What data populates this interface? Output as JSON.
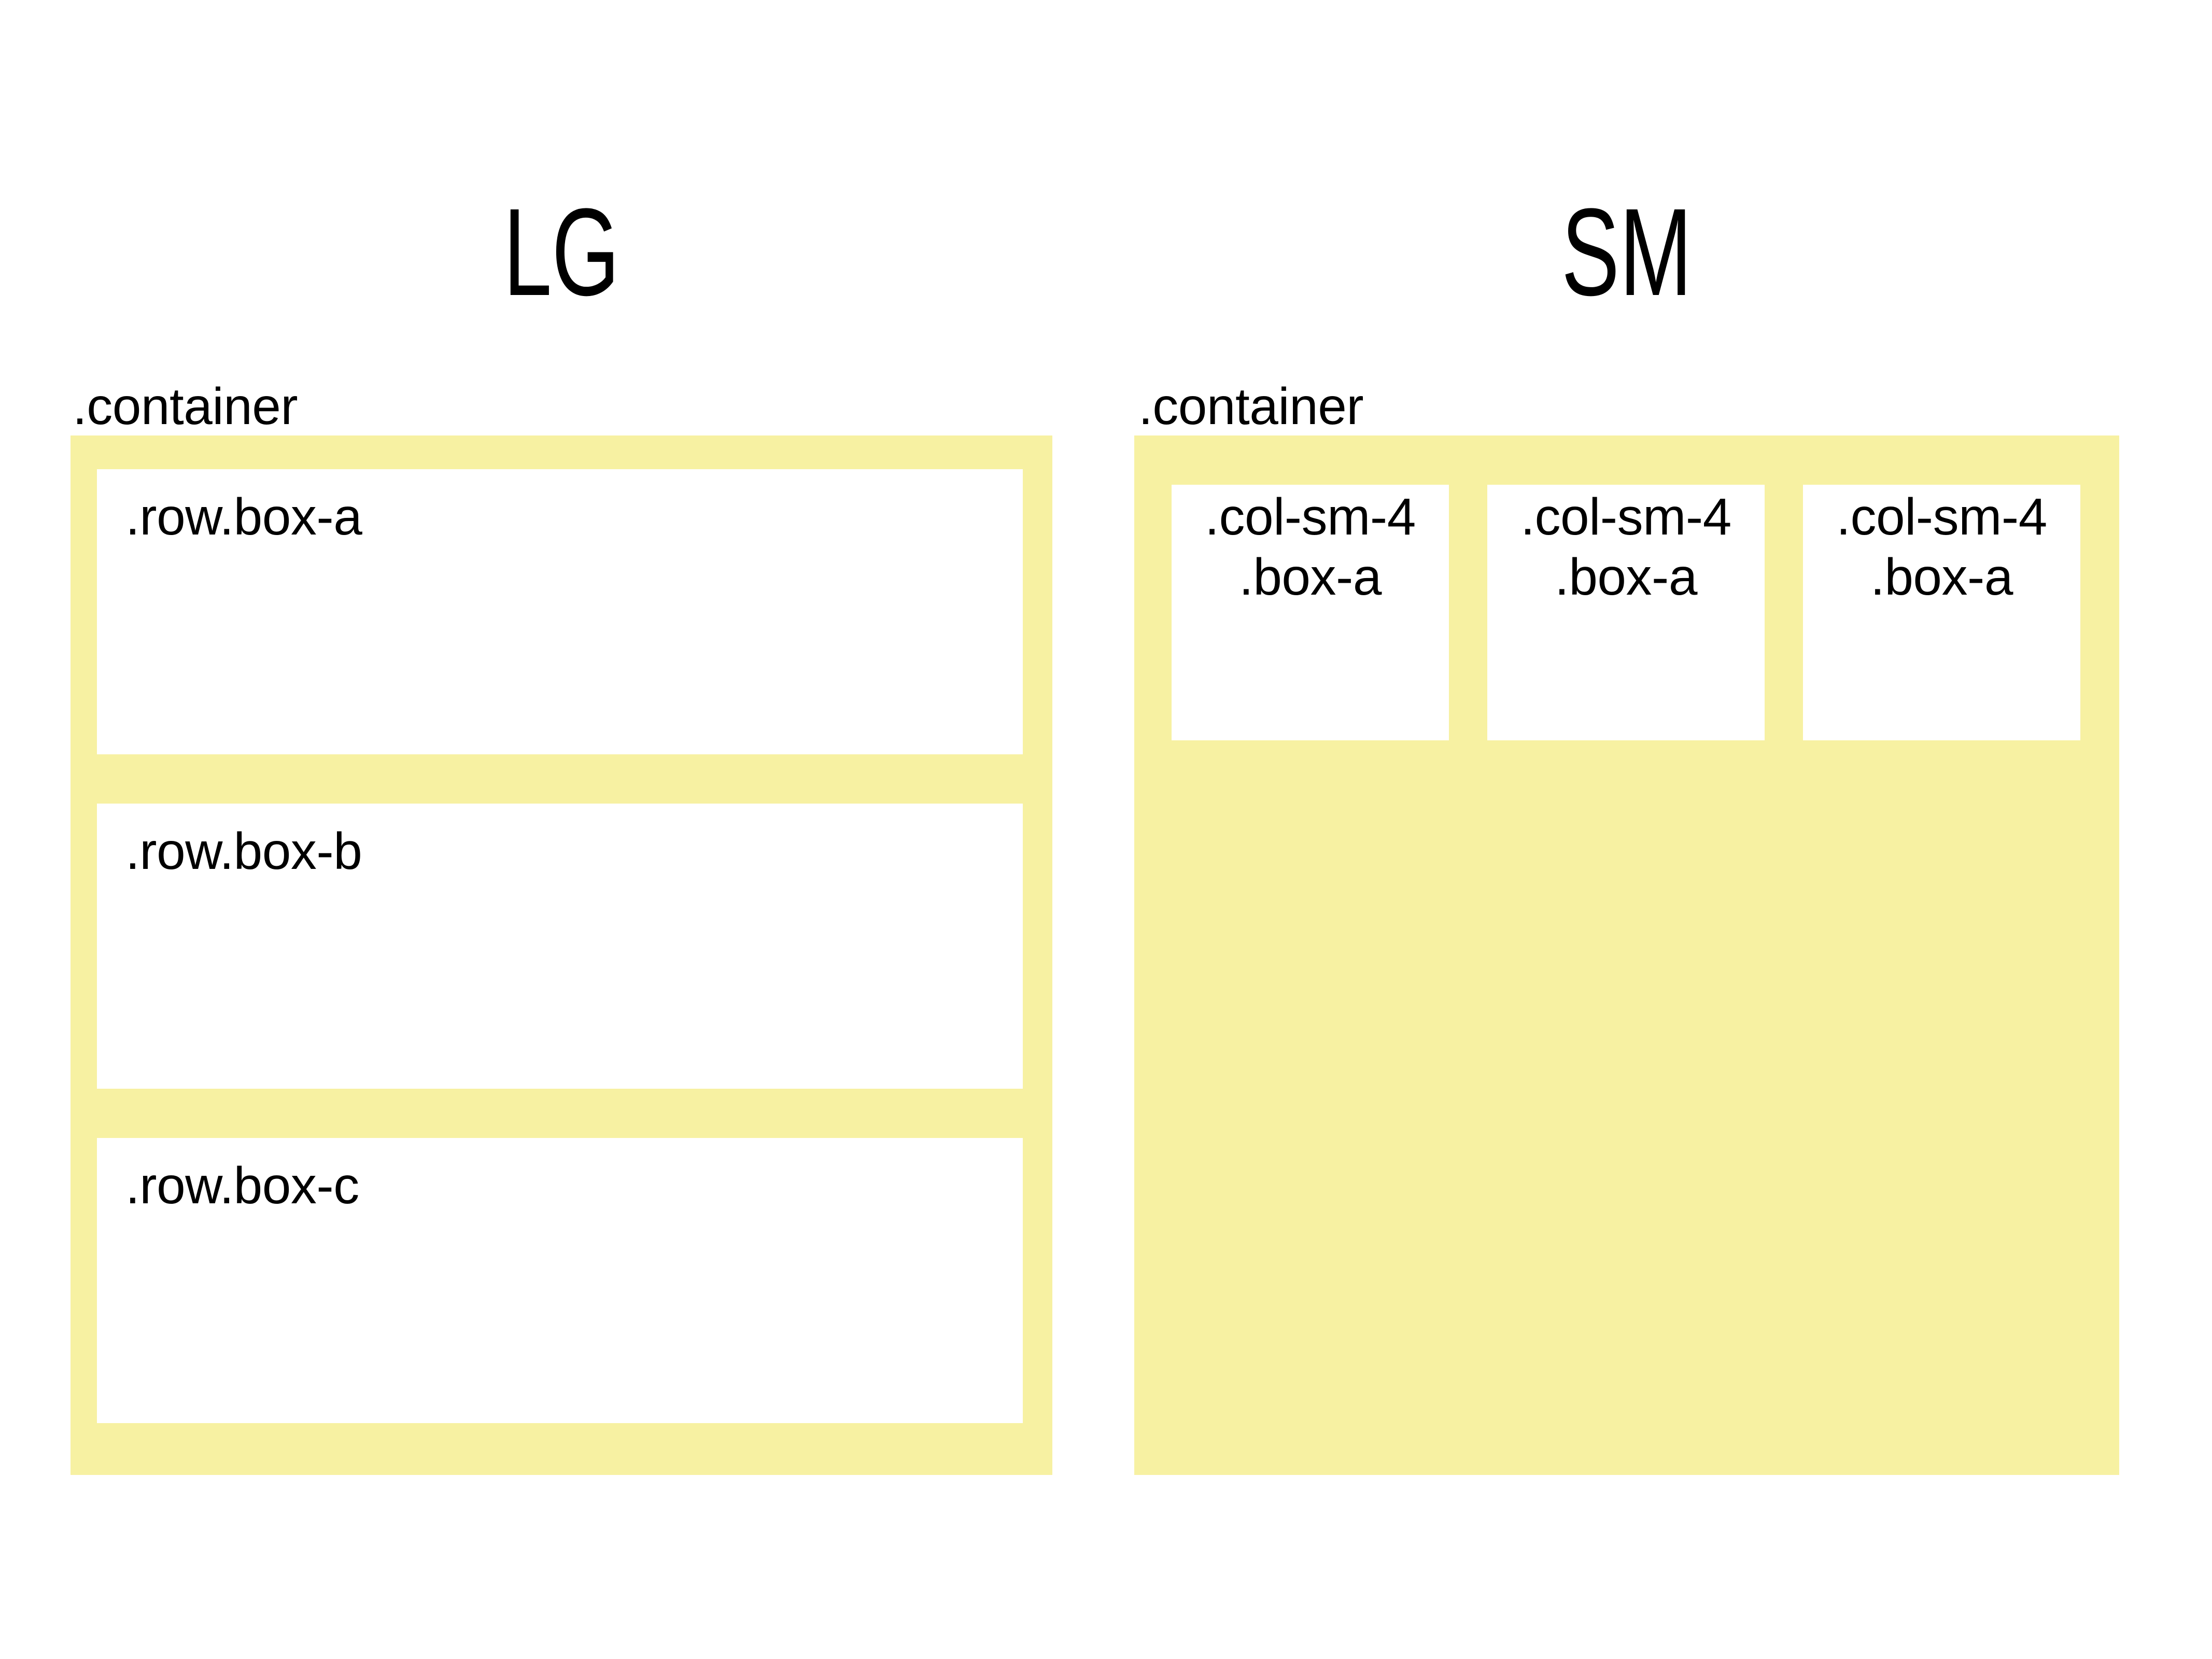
{
  "colors": {
    "page_bg": "#ffffff",
    "container_bg": "#f7f1a2",
    "box_bg": "#ffffff",
    "ink": "#000000"
  },
  "panels": [
    {
      "id": "lg",
      "title": "LG",
      "container_label": ".container",
      "layout": "rows",
      "rows": [
        {
          "label": ".row.box-a"
        },
        {
          "label": ".row.box-b"
        },
        {
          "label": ".row.box-c"
        }
      ]
    },
    {
      "id": "sm",
      "title": "SM",
      "container_label": ".container",
      "layout": "columns",
      "columns": [
        {
          "line1": ".col-sm-4",
          "line2": ".box-a"
        },
        {
          "line1": ".col-sm-4",
          "line2": ".box-a"
        },
        {
          "line1": ".col-sm-4",
          "line2": ".box-a"
        }
      ]
    }
  ]
}
